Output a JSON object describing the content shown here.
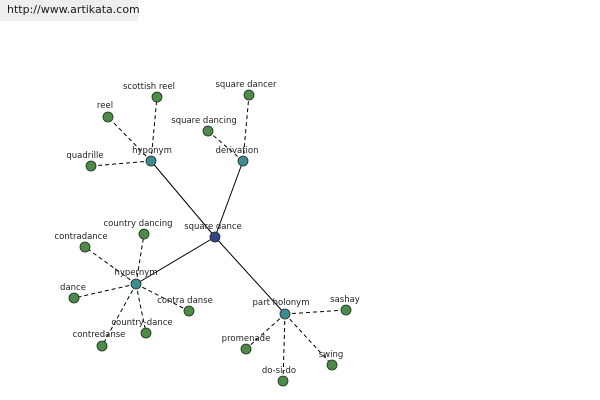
{
  "header": {
    "url": "http://www.artikata.com"
  },
  "colors": {
    "center_node": "#334488",
    "relation_node": "#3f8b94",
    "leaf_node": "#4e8a4a",
    "edge": "#000000"
  },
  "diagram": {
    "center": {
      "label": "square dance"
    },
    "relations": [
      {
        "id": "hyponym",
        "label": "hyponym",
        "items": [
          "reel",
          "scottish reel",
          "quadrille"
        ]
      },
      {
        "id": "derivation",
        "label": "derivation",
        "items": [
          "square dancer",
          "square dancing"
        ]
      },
      {
        "id": "hypernym",
        "label": "hypernym",
        "items": [
          "country dancing",
          "contradance",
          "dance",
          "contra danse",
          "country-dance",
          "contredanse"
        ]
      },
      {
        "id": "part-holonym",
        "label": "part holonym",
        "items": [
          "sashay",
          "promenade",
          "swing",
          "do-si-do"
        ]
      }
    ]
  }
}
